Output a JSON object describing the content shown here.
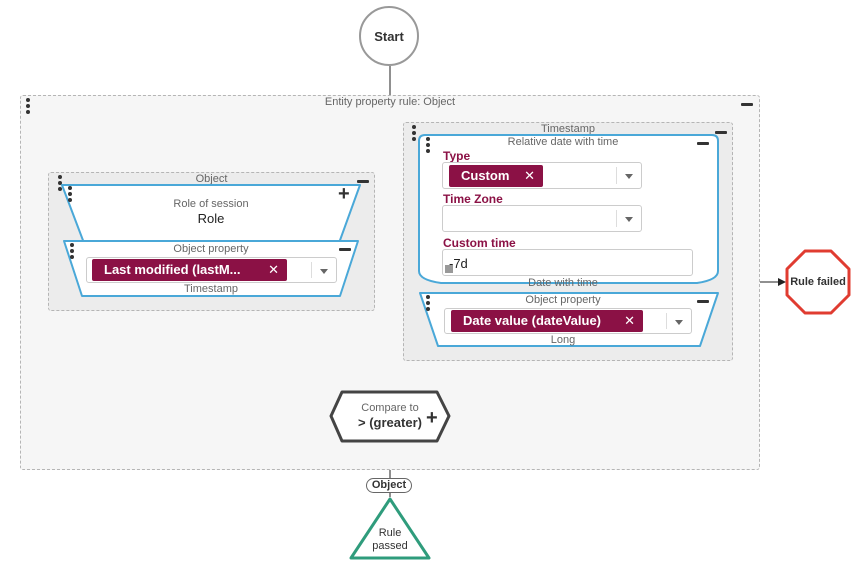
{
  "nodes": {
    "start": "Start",
    "rule_failed": "Rule failed",
    "rule_passed_line1": "Rule",
    "rule_passed_line2": "passed",
    "object_badge": "Object"
  },
  "entity_group": {
    "title": "Entity property rule: Object"
  },
  "object_group": {
    "title": "Object",
    "role_block": {
      "caption": "Role of session",
      "value": "Role"
    },
    "object_property": {
      "title": "Object property",
      "chip": "Last modified (lastM...",
      "chip_close": "✕",
      "type_label": "Timestamp"
    }
  },
  "timestamp_group": {
    "title": "Timestamp",
    "relative": {
      "title": "Relative date with time",
      "type_label": "Type",
      "type_chip": "Custom",
      "type_chip_close": "✕",
      "timezone_label": "Time Zone",
      "custom_time_label": "Custom time",
      "custom_time_value": "-7d",
      "result_label": "Date with time"
    },
    "object_property": {
      "title": "Object property",
      "chip": "Date value (dateValue)",
      "chip_close": "✕",
      "type_label": "Long"
    }
  },
  "compare": {
    "caption": "Compare to",
    "value": "> (greater)"
  },
  "colors": {
    "accent_blue": "#4aa8d8",
    "chip": "#8b1145",
    "failed_red": "#e03c31",
    "passed_green": "#2f9c7c",
    "start_grey": "#999999"
  }
}
